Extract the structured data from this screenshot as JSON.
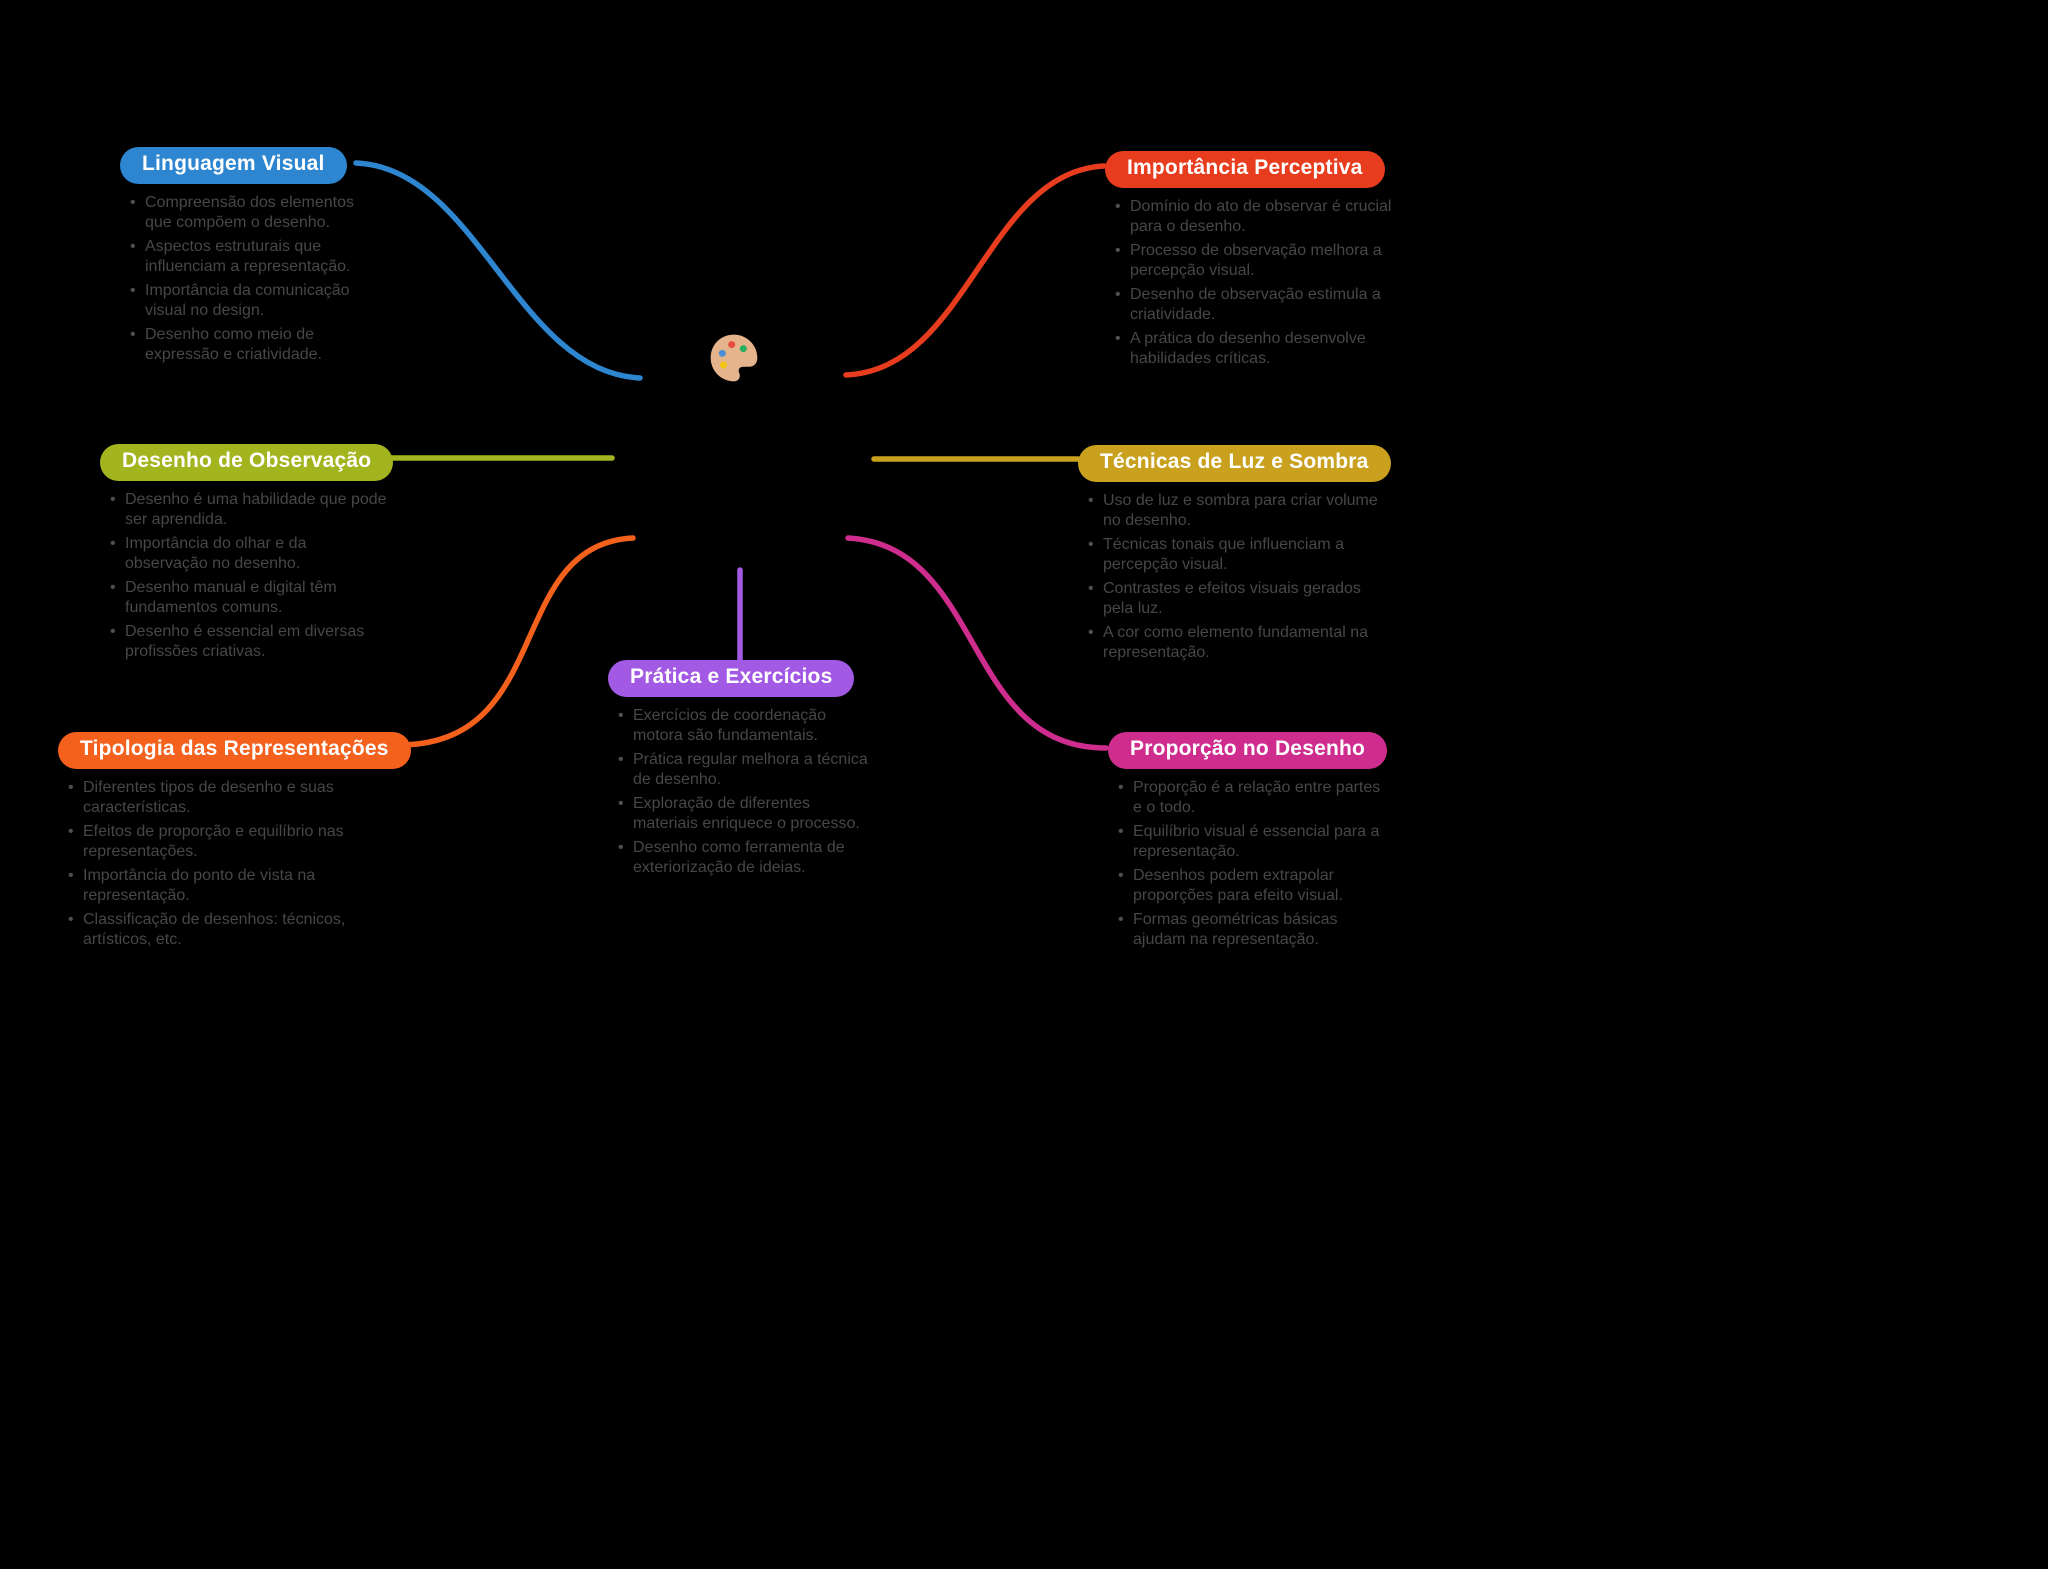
{
  "canvas": {
    "background": "#000000"
  },
  "center": {
    "icon": "palette-icon"
  },
  "nodes": [
    {
      "id": "linguagem-visual",
      "title": "Linguagem Visual",
      "color": "#2e86d1",
      "bullets": [
        "Compreensão dos elementos que compõem o desenho.",
        "Aspectos estruturais que influenciam a representação.",
        "Importância da comunicação visual no design.",
        "Desenho como meio de expressão e criatividade."
      ]
    },
    {
      "id": "importancia-perceptiva",
      "title": "Importância Perceptiva",
      "color": "#e73c1e",
      "bullets": [
        "Domínio do ato de observar é crucial para o desenho.",
        "Processo de observação melhora a percepção visual.",
        "Desenho de observação estimula a criatividade.",
        "A prática do desenho desenvolve habilidades críticas."
      ]
    },
    {
      "id": "desenho-de-observacao",
      "title": "Desenho de Observação",
      "color": "#a2b41e",
      "bullets": [
        "Desenho é uma habilidade que pode ser aprendida.",
        "Importância do olhar e da observação no desenho.",
        "Desenho manual e digital têm fundamentos comuns.",
        "Desenho é essencial em diversas profissões criativas."
      ]
    },
    {
      "id": "tecnicas-de-luz-e-sombra",
      "title": "Técnicas de Luz e Sombra",
      "color": "#c9a11f",
      "bullets": [
        "Uso de luz e sombra para criar volume no desenho.",
        "Técnicas tonais que influenciam a percepção visual.",
        "Contrastes e efeitos visuais gerados pela luz.",
        "A cor como elemento fundamental na representação."
      ]
    },
    {
      "id": "tipologia-das-representacoes",
      "title": "Tipologia das Representações",
      "color": "#f4611c",
      "bullets": [
        "Diferentes tipos de desenho e suas características.",
        "Efeitos de proporção e equilíbrio nas representações.",
        "Importância do ponto de vista na representação.",
        "Classificação de desenhos: técnicos, artísticos, etc."
      ]
    },
    {
      "id": "pratica-e-exercicios",
      "title": "Prática e Exercícios",
      "color": "#a259e4",
      "bullets": [
        "Exercícios de coordenação motora são fundamentais.",
        "Prática regular melhora a técnica de desenho.",
        "Exploração de diferentes materiais enriquece o processo.",
        "Desenho como ferramenta de exteriorização de ideias."
      ]
    },
    {
      "id": "proporcao-no-desenho",
      "title": "Proporção no Desenho",
      "color": "#ce2d8e",
      "bullets": [
        "Proporção é a relação entre partes e o todo.",
        "Equilíbrio visual é essencial para a representação.",
        "Desenhos podem extrapolar proporções para efeito visual.",
        "Formas geométricas básicas ajudam na representação."
      ]
    }
  ]
}
